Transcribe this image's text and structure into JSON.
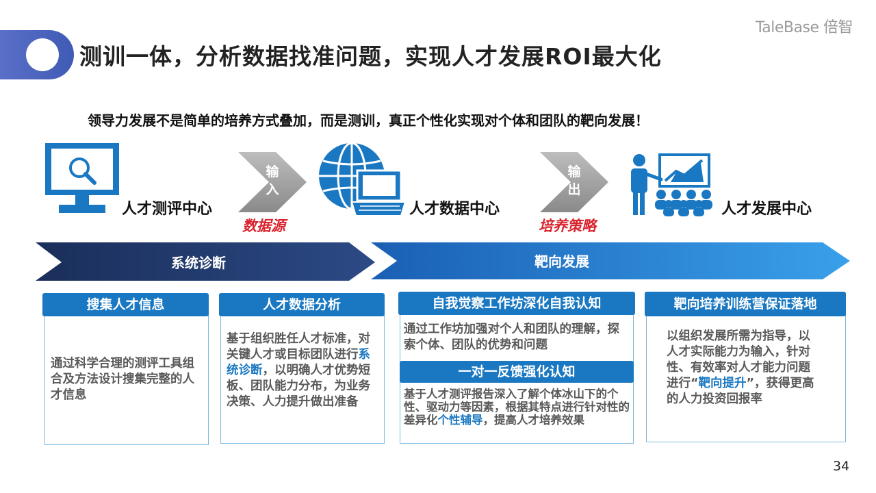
{
  "header": {
    "title": "测训一体，分析数据找准问题，实现人才发展ROI最大化",
    "brand": "TaleBase 倍智"
  },
  "subtitle": "领导力发展不是简单的培养方式叠加，而是测训，真正个性化实现对个体和团队的靶向发展！",
  "flow": {
    "centers": [
      {
        "label": "人才测评中心",
        "icon": "monitor-search-icon"
      },
      {
        "label": "人才数据中心",
        "icon": "globe-laptop-icon"
      },
      {
        "label": "人才发展中心",
        "icon": "presenter-audience-icon"
      }
    ],
    "arrows": [
      {
        "lines": [
          "输",
          "入"
        ],
        "caption": "数据源"
      },
      {
        "lines": [
          "输",
          "出"
        ],
        "caption": "培养策略"
      }
    ]
  },
  "bands": {
    "left": "系统诊断",
    "right": "靶向发展"
  },
  "cards": {
    "collect": {
      "title": "搜集人才信息",
      "body": "通过科学合理的测评工具组合及方法设计搜集完整的人才信息"
    },
    "analyze": {
      "title": "人才数据分析",
      "body_before": "基于组织胜任人才标准，对关键人才或目标团队进行",
      "highlight": "系统诊断",
      "body_after": "，以明确人才优势短板、团队能力分布，为业务决策、人力提升做出准备"
    },
    "workshop": {
      "title": "自我觉察工作坊深化自我认知",
      "body": "通过工作坊加强对个人和团队的理解，探索个体、团队的优势和问题",
      "sub_title": "一对一反馈强化认知",
      "sub_body_before": "基于人才测评报告深入了解个体冰山下的个性、驱动力等因素，根据其特点进行针对性的差异化",
      "sub_highlight": "个性辅导",
      "sub_body_after": "，提高人才培养效果"
    },
    "targeted": {
      "title": "靶向培养训练营保证落地",
      "body_before": "以组织发展所需为指导，以人才实际能力为输入，针对性、有效率对人才能力问题进行“",
      "highlight": "靶向提升",
      "body_after": "”，获得更高的人力投资回报率"
    }
  },
  "page_number": "34",
  "colors": {
    "primary_blue": "#1a78c2",
    "dark_navy": "#1f3a6e",
    "red_caption": "#d9232d",
    "gray_arrow": "#9c9c9c"
  }
}
